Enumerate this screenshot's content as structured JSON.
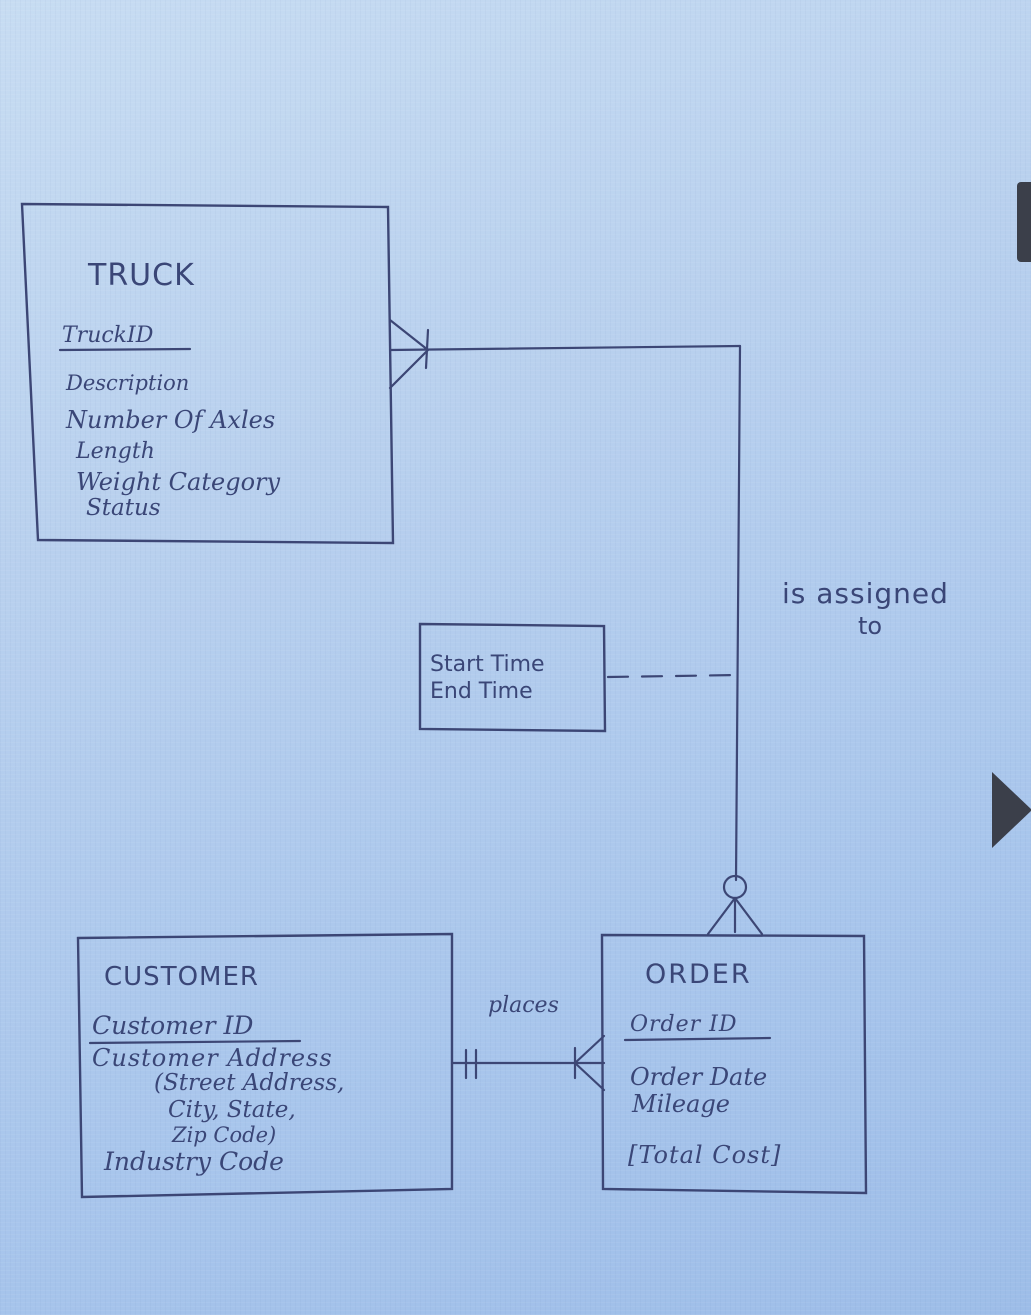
{
  "entities": {
    "truck": {
      "name": "TRUCK",
      "key": "TruckID",
      "attributes": [
        "Description",
        "Number Of Axles",
        "Length",
        "Weight Category",
        "Status"
      ]
    },
    "customer": {
      "name": "CUSTOMER",
      "key": "Customer ID",
      "attributes": [
        "Customer Address",
        "(Street Address,",
        "City, State,",
        "Zip Code)",
        "Industry Code"
      ]
    },
    "order": {
      "name": "ORDER",
      "key": "Order ID",
      "attributes": [
        "Order Date",
        "Mileage"
      ],
      "derived": "[Total Cost]"
    },
    "relationship_attributes": [
      "Start Time",
      "End Time"
    ]
  },
  "relationships": {
    "assigned": {
      "label_line1": "is assigned",
      "label_line2": "to"
    },
    "places": {
      "label": "places"
    }
  },
  "colors": {
    "ink": "#3c4675",
    "paper": "#b8d0ee"
  }
}
